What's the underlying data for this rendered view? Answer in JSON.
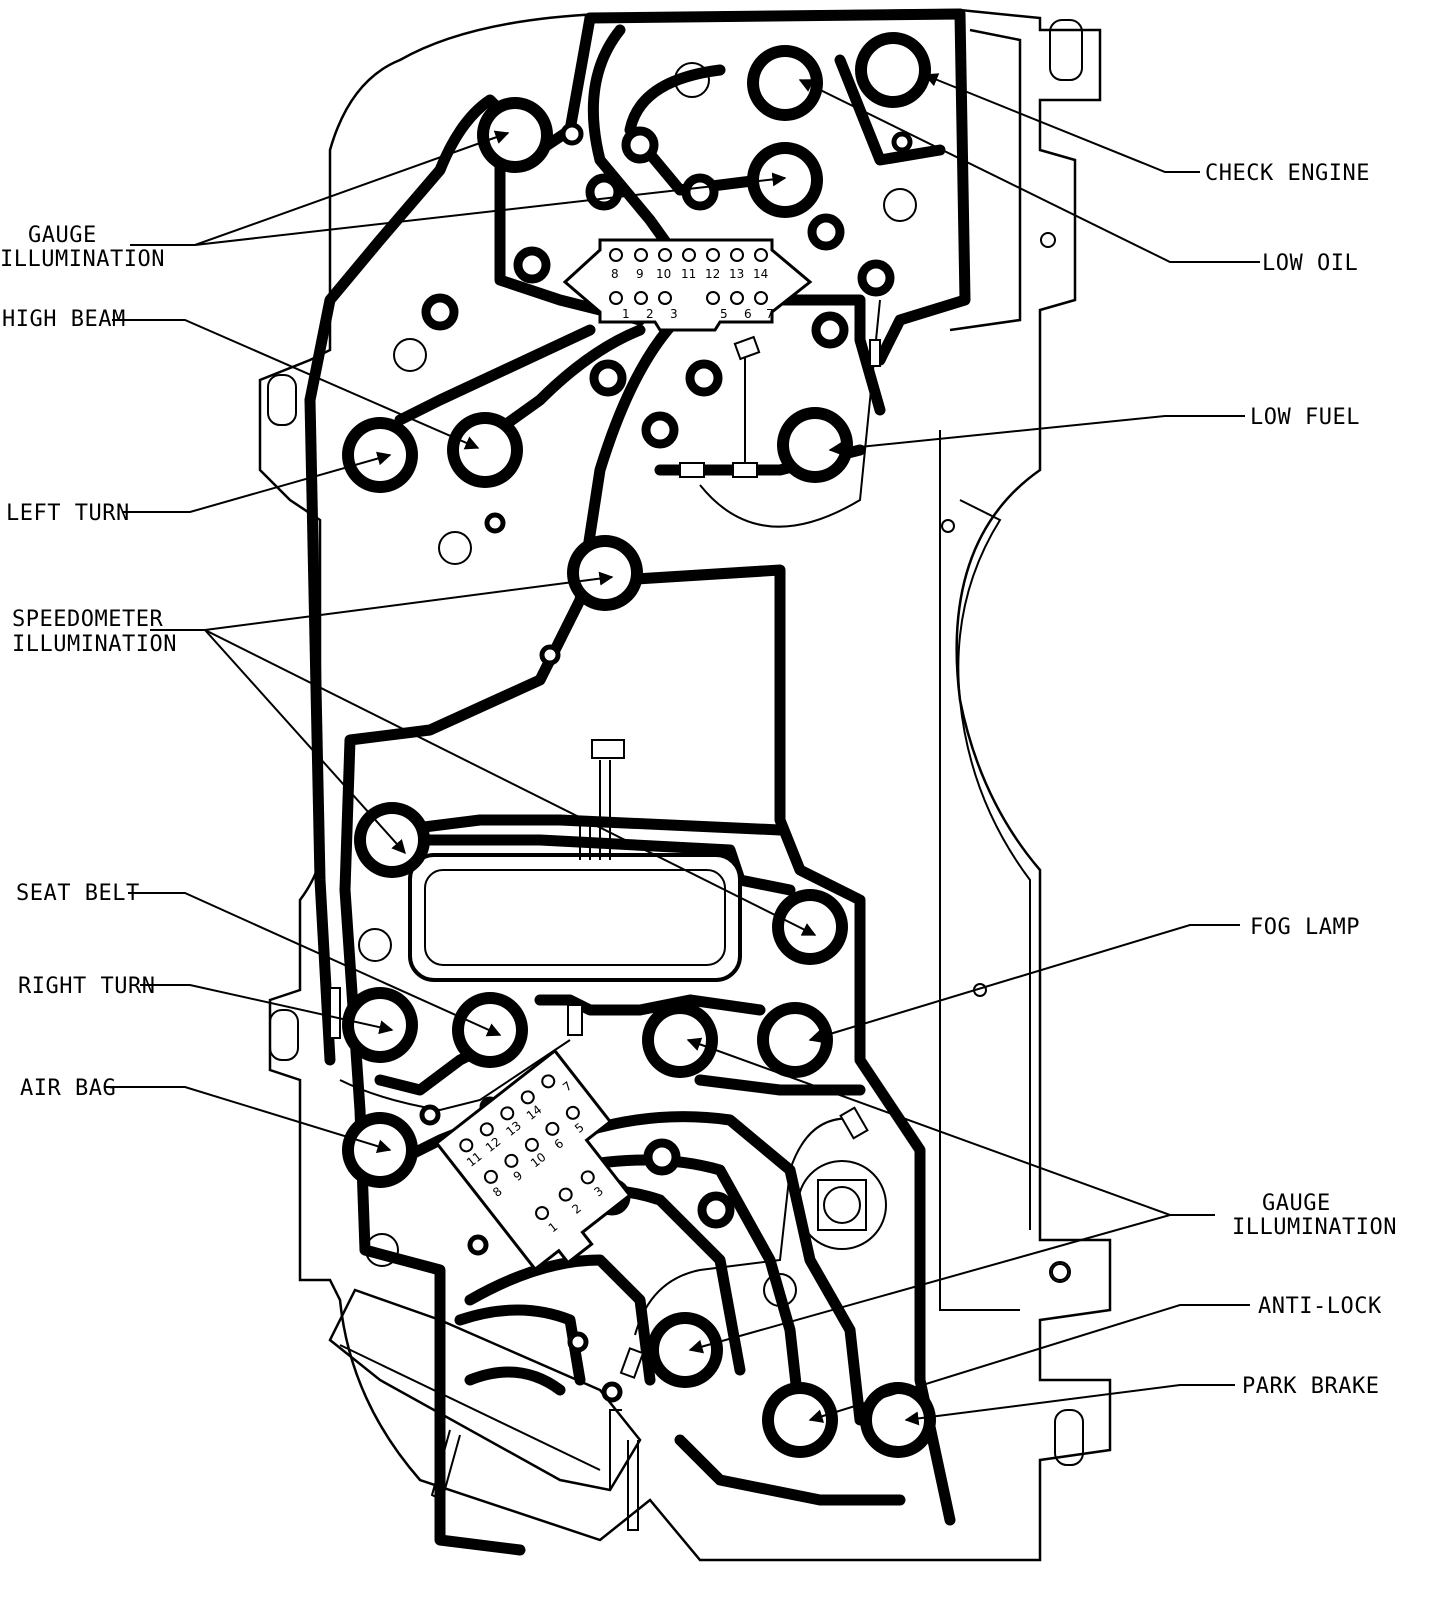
{
  "labels": {
    "check_engine": "CHECK ENGINE",
    "low_oil": "LOW OIL",
    "low_fuel": "LOW FUEL",
    "gauge_illumination_top_1": "GAUGE",
    "gauge_illumination_top_2": "ILLUMINATION",
    "high_beam": "HIGH BEAM",
    "left_turn": "LEFT TURN",
    "speedometer_illumination_1": "SPEEDOMETER",
    "speedometer_illumination_2": "ILLUMINATION",
    "seat_belt": "SEAT BELT",
    "right_turn": "RIGHT TURN",
    "air_bag": "AIR BAG",
    "fog_lamp": "FOG LAMP",
    "gauge_illumination_bottom_1": "GAUGE",
    "gauge_illumination_bottom_2": "ILLUMINATION",
    "anti_lock": "ANTI-LOCK",
    "park_brake": "PARK BRAKE"
  },
  "top_connector_pins": {
    "top_row": [
      "8",
      "9",
      "10",
      "11",
      "12",
      "13",
      "14"
    ],
    "bottom_row": [
      "1",
      "2",
      "3",
      "5",
      "6",
      "7"
    ]
  },
  "bottom_connector_pins": [
    "1",
    "2",
    "3",
    "5",
    "6",
    "7",
    "8",
    "9",
    "10",
    "11",
    "12",
    "13",
    "14"
  ],
  "colors": {
    "line": "#000000",
    "background": "#ffffff"
  }
}
